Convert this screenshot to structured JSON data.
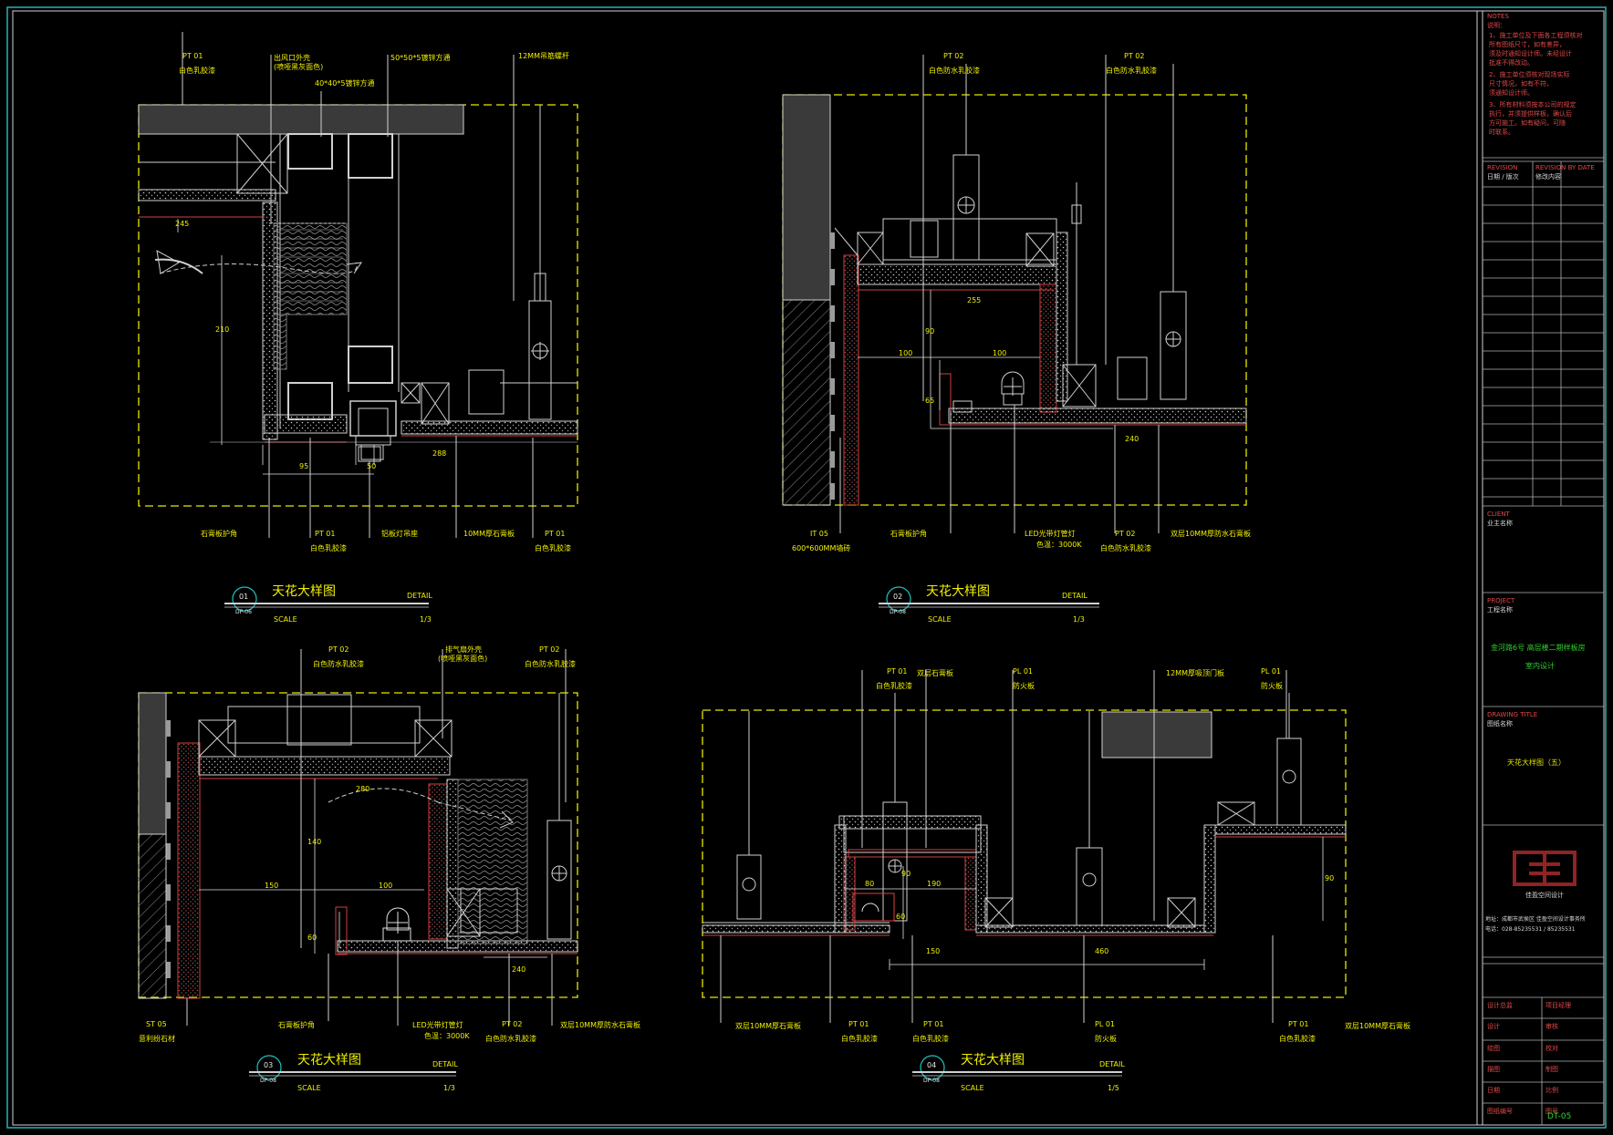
{
  "details": [
    {
      "title": "天花大样图",
      "scale_word": "SCALE",
      "scale": "1/3",
      "detail_word": "DETAIL",
      "callout_no": "01",
      "callout_ref": "DP-06",
      "tags": [
        "PT 01",
        "PT 01",
        "PT 01"
      ],
      "notes": [
        "白色乳胶漆",
        "出风口外壳",
        "(喷哑黑灰面色)",
        "40*40*5镀锌方通",
        "50*50*5镀锌方通",
        "12MM吊筋螺杆",
        "石膏板护角",
        "白色乳胶漆",
        "铝板灯吊座",
        "10MM厚石膏板",
        "白色乳胶漆"
      ],
      "dims": [
        "245",
        "210",
        "95",
        "50",
        "288"
      ]
    },
    {
      "title": "天花大样图",
      "scale_word": "SCALE",
      "scale": "1/3",
      "detail_word": "DETAIL",
      "callout_no": "02",
      "callout_ref": "DP-08",
      "tags": [
        "PT 02",
        "PT 02",
        "IT 05",
        "PT 02"
      ],
      "notes": [
        "白色防水乳胶漆",
        "白色防水乳胶漆",
        "600*600MM墙砖",
        "石膏板护角",
        "LED光带灯管灯",
        "色温：3000K",
        "白色防水乳胶漆",
        "双层10MM厚防水石膏板"
      ],
      "dims": [
        "255",
        "90",
        "100",
        "100",
        "65",
        "240"
      ]
    },
    {
      "title": "天花大样图",
      "scale_word": "SCALE",
      "scale": "1/3",
      "detail_word": "DETAIL",
      "callout_no": "03",
      "callout_ref": "DP-08",
      "tags": [
        "PT 02",
        "PT 02",
        "ST 05",
        "PT 02"
      ],
      "notes": [
        "白色防水乳胶漆",
        "排气扇外壳",
        "(喷哑黑灰面色)",
        "白色防水乳胶漆",
        "意利纷石材",
        "石膏板护角",
        "LED光带灯管灯",
        "色温：3000K",
        "白色防水乳胶漆",
        "双层10MM厚防水石膏板"
      ],
      "dims": [
        "280",
        "140",
        "150",
        "100",
        "60",
        "240"
      ]
    },
    {
      "title": "天花大样图",
      "scale_word": "SCALE",
      "scale": "1/5",
      "detail_word": "DETAIL",
      "callout_no": "04",
      "callout_ref": "DP-08",
      "tags": [
        "PT 01",
        "PL 01",
        "PL 01",
        "PT 01",
        "PT 01",
        "PL 01",
        "PT 01"
      ],
      "notes": [
        "白色乳胶漆",
        "双层石膏板",
        "防火板",
        "12MM厚吸顶门板",
        "防火板",
        "双层10MM厚石膏板",
        "白色乳胶漆",
        "白色乳胶漆",
        "防火板",
        "白色乳胶漆",
        "双层10MM厚石膏板"
      ],
      "dims": [
        "80",
        "90",
        "190",
        "60",
        "150",
        "460",
        "90"
      ]
    }
  ],
  "title_block": {
    "notes_head": "NOTES",
    "notes_head_cn": "说明：",
    "notes": [
      "1、施工单位及下面各工程须核对",
      "所有图纸尺寸，如有差异，",
      "须及时通知设计师。未经设计",
      "批准不得改动。",
      "2、施工单位须核对现场实际",
      "尺寸情况，如有不符，",
      "须通知设计师。",
      "3、所有材料须按本公司的规定",
      "执行，并须提供样板，确认后",
      "方可施工。如有疑问，可随",
      "时联系。"
    ],
    "rev_head": "REVISION",
    "rev_head2": "REVISION BY DATE",
    "rev_cn": "日期 / 版次",
    "rev_cn2": "修改内容",
    "client_head": "CLIENT",
    "client": "业主名称",
    "project_head": "PROJECT",
    "project": "工程名称",
    "project_name": "金河路6号 高层楼二期样板房",
    "project_name2": "室内设计",
    "drawing_head": "DRAWING TITLE",
    "drawing_head_cn": "图纸名称",
    "drawing_title": "天花大样图（五）",
    "company": "佳盈空间设计",
    "address": "地址：成都市武侯区 佳盈空间设计事务所",
    "tel": "电话：028-85235531 / 85235531",
    "sign_rows": [
      [
        "设计总监",
        "项目经理"
      ],
      [
        "设计",
        "审核"
      ],
      [
        "绘图",
        "校对"
      ],
      [
        "描图",
        "制图"
      ],
      [
        "日期",
        "比例"
      ],
      [
        "图纸编号",
        "图号"
      ]
    ],
    "sheet_no": "DT-05"
  }
}
